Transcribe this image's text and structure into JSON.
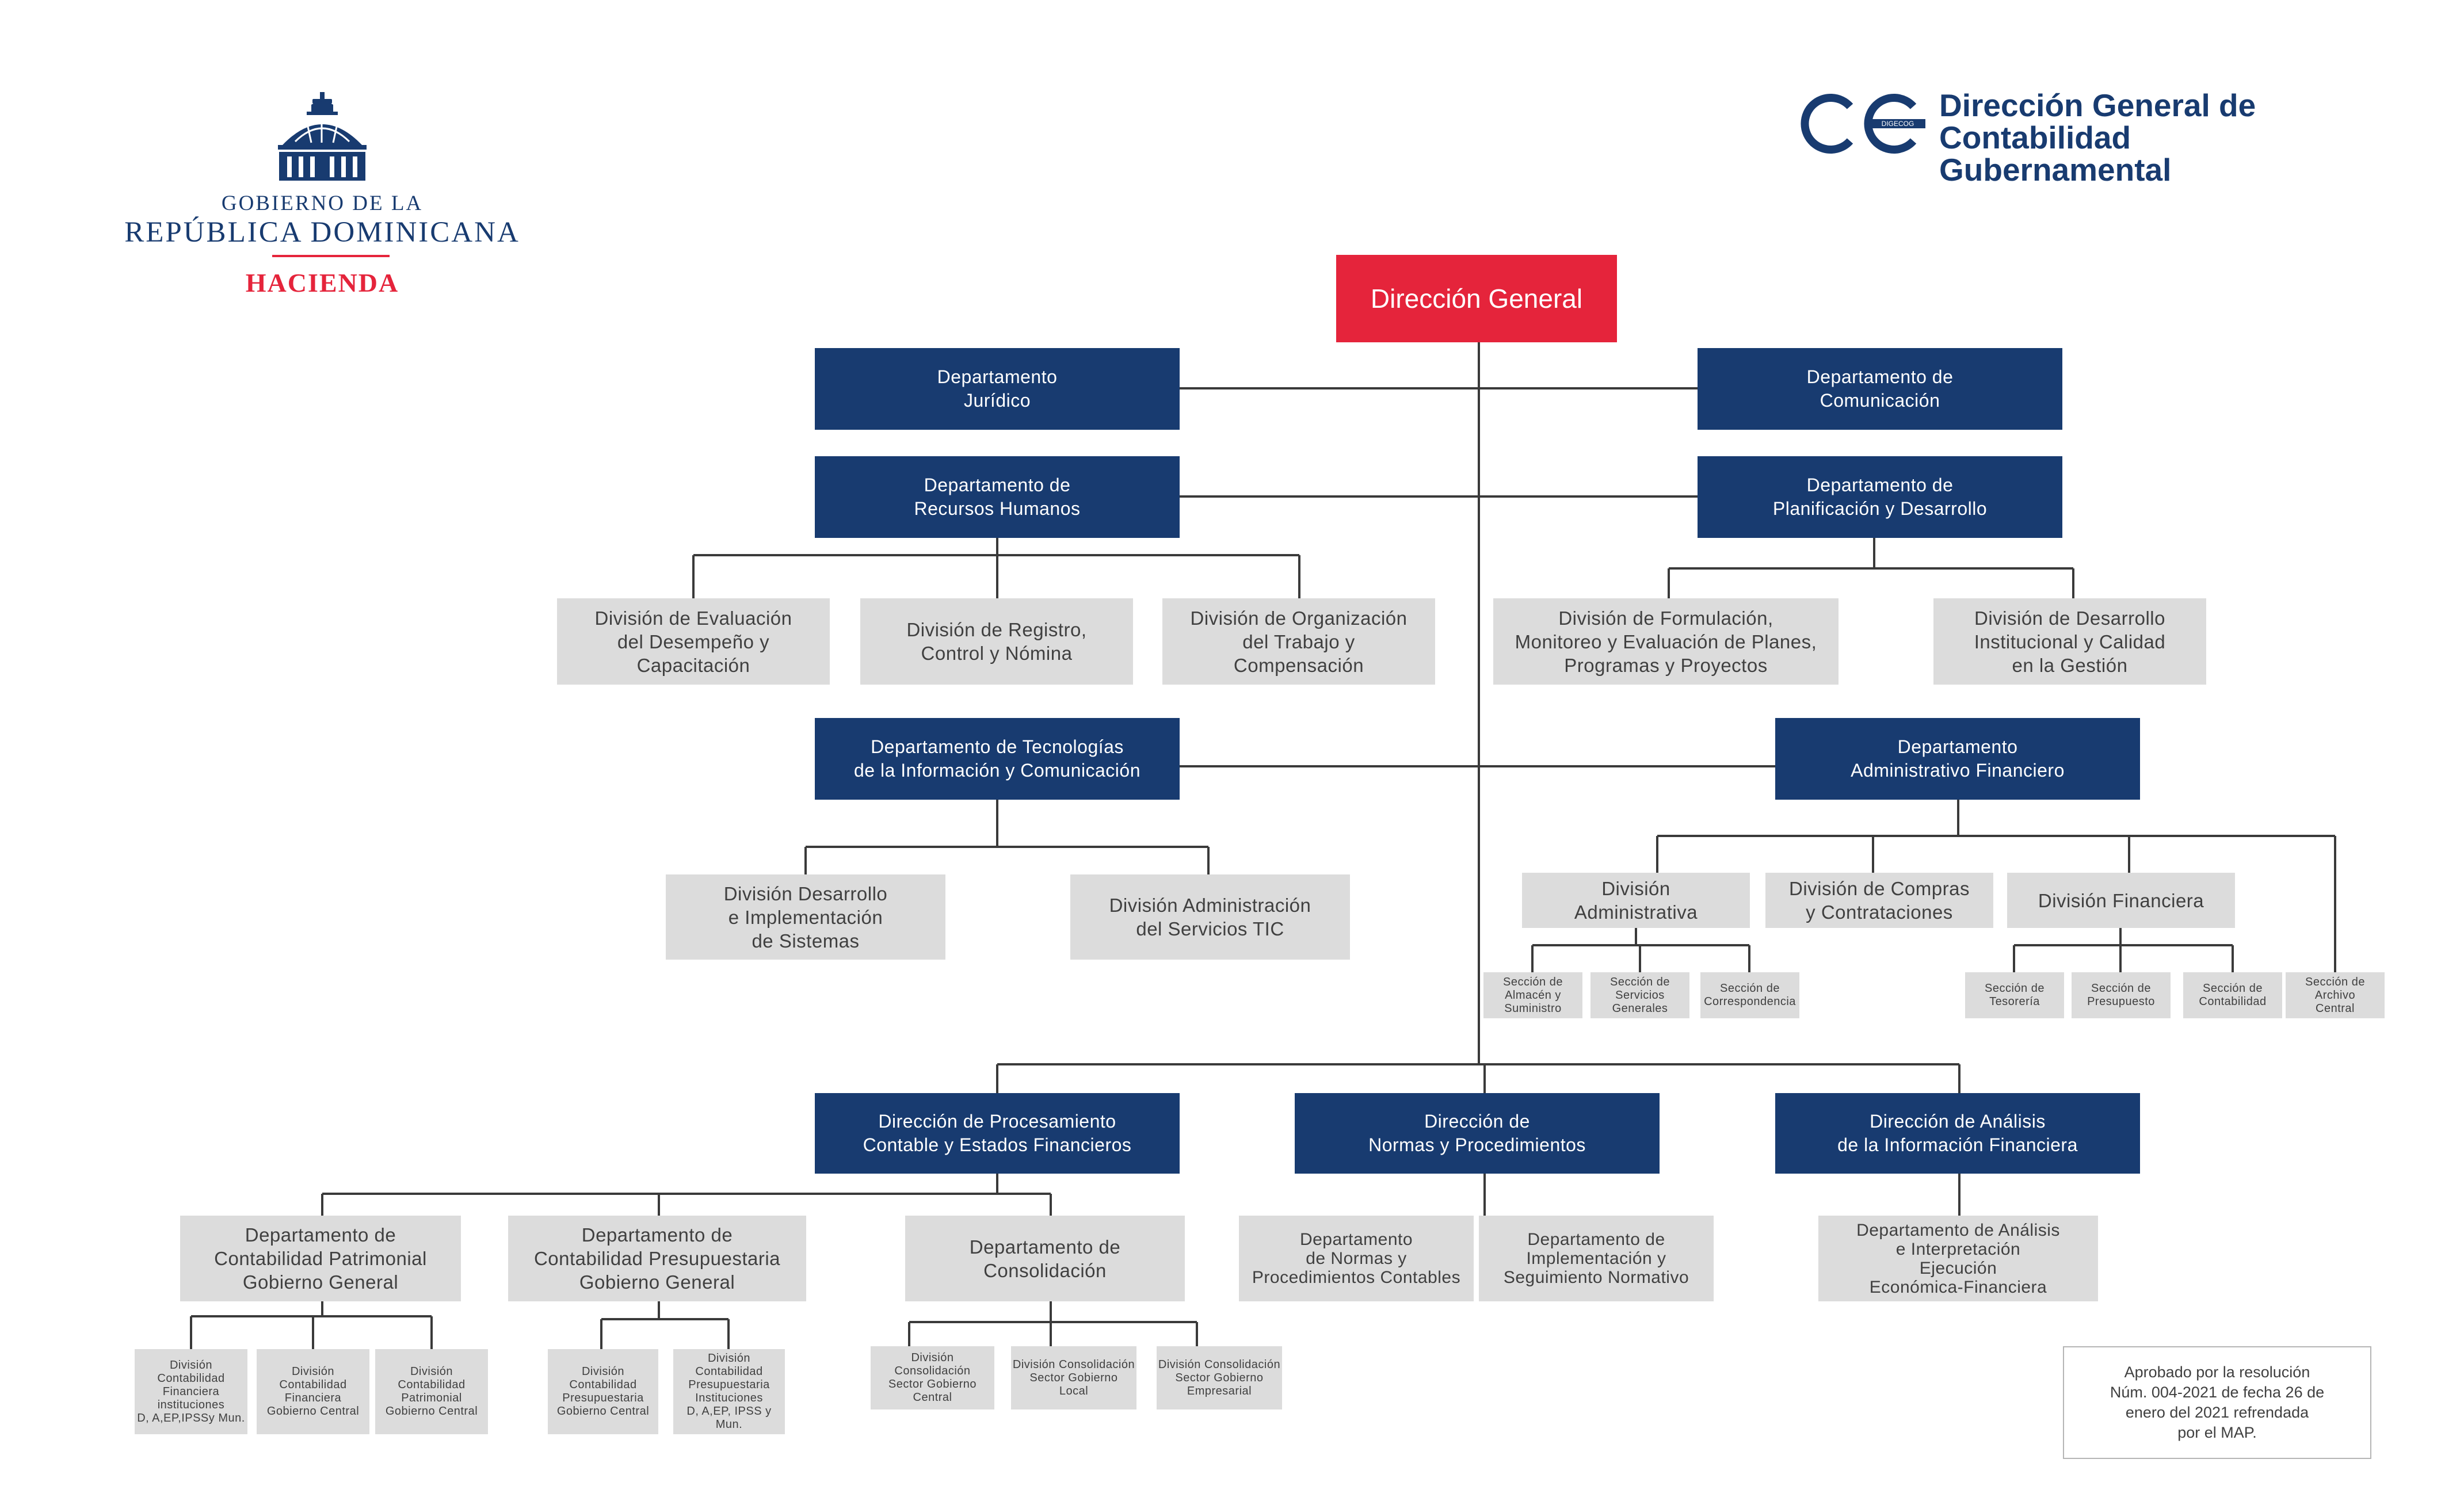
{
  "header": {
    "gob_small": "GOBIERNO DE LA",
    "gob_big": "REPÚBLICA DOMINICANA",
    "gob_red": "HACIENDA",
    "cc_tag": "DIGECOG",
    "cc_title_line1": "Dirección General de",
    "cc_title_line2": "Contabilidad Gubernamental"
  },
  "colors": {
    "head_box": "#e5243b",
    "department_box": "#183b70",
    "division_box": "#dcdcdc",
    "connector": "#3a3a3a"
  },
  "org": {
    "dg": "Dirección General",
    "juridico": "Departamento\nJurídico",
    "comunicacion": "Departamento de\nComunicación",
    "rrhh": "Departamento de\nRecursos Humanos",
    "planificacion": "Departamento de\nPlanificación y Desarrollo",
    "div_eval": "División de Evaluación\ndel Desempeño y\nCapacitación",
    "div_registro": "División de Registro,\nControl y Nómina",
    "div_organizacion": "División de Organización\ndel Trabajo y\nCompensación",
    "div_formulacion": "División de Formulación,\nMonitoreo y Evaluación de Planes,\nProgramas y Proyectos",
    "div_desarrollo_inst": "División de Desarrollo\nInstitucional y Calidad\nen la Gestión",
    "tic": "Departamento de Tecnologías\nde la Información y Comunicación",
    "admin_fin": "Departamento\nAdministrativo Financiero",
    "div_desarrollo_sist": "División Desarrollo\ne Implementación\nde Sistemas",
    "div_admin_tic": "División Administración\ndel Servicios TIC",
    "div_administrativa": "División\nAdministrativa",
    "div_compras": "División de Compras\ny Contrataciones",
    "div_financiera": "División Financiera",
    "sec_almacen": "Sección de\nAlmacén y\nSuministro",
    "sec_servicios": "Sección de\nServicios\nGenerales",
    "sec_correspondencia": "Sección de\nCorrespondencia",
    "sec_tesoreria": "Sección de\nTesorería",
    "sec_presupuesto": "Sección de\nPresupuesto",
    "sec_contabilidad": "Sección de\nContabilidad",
    "sec_archivo": "Sección de\nArchivo\nCentral",
    "dir_procesamiento": "Dirección de Procesamiento\nContable y Estados Financieros",
    "dir_normas": "Dirección de\nNormas y Procedimientos",
    "dir_analisis": "Dirección de Análisis\nde la Información Financiera",
    "dep_patrimonial": "Departamento de\nContabilidad Patrimonial\nGobierno General",
    "dep_presupuestaria": "Departamento de\nContabilidad Presupuestaria\nGobierno General",
    "dep_consolidacion": "Departamento de\nConsolidación",
    "dep_normas_proc": "Departamento\nde Normas y\nProcedimientos Contables",
    "dep_implementacion": "Departamento de\nImplementación y\nSeguimiento Normativo",
    "dep_analisis_interp": "Departamento de Análisis\ne Interpretación\nEjecución\nEconómica-Financiera",
    "div_cfi": "División\nContabilidad\nFinanciera\ninstituciones\nD, A,EP,IPSSy Mun.",
    "div_cfgc": "División\nContabilidad\nFinanciera\nGobierno Central",
    "div_cpgc": "División\nContabilidad\nPatrimonial\nGobierno Central",
    "div_cprgc": "División\nContabilidad\nPresupuestaria\nGobierno Central",
    "div_cpri": "División\nContabilidad\nPresupuestaria\nInstituciones\nD, A,EP, IPSS y Mun.",
    "div_consol_central": "División\nConsolidación\nSector Gobierno\nCentral",
    "div_consol_local": "División Consolidación\nSector Gobierno\nLocal",
    "div_consol_empresarial": "División Consolidación\nSector Gobierno\nEmpresarial"
  },
  "note": "Aprobado por la resolución\nNúm. 004-2021 de fecha 26 de\nenero del 2021 refrendada\npor el MAP."
}
